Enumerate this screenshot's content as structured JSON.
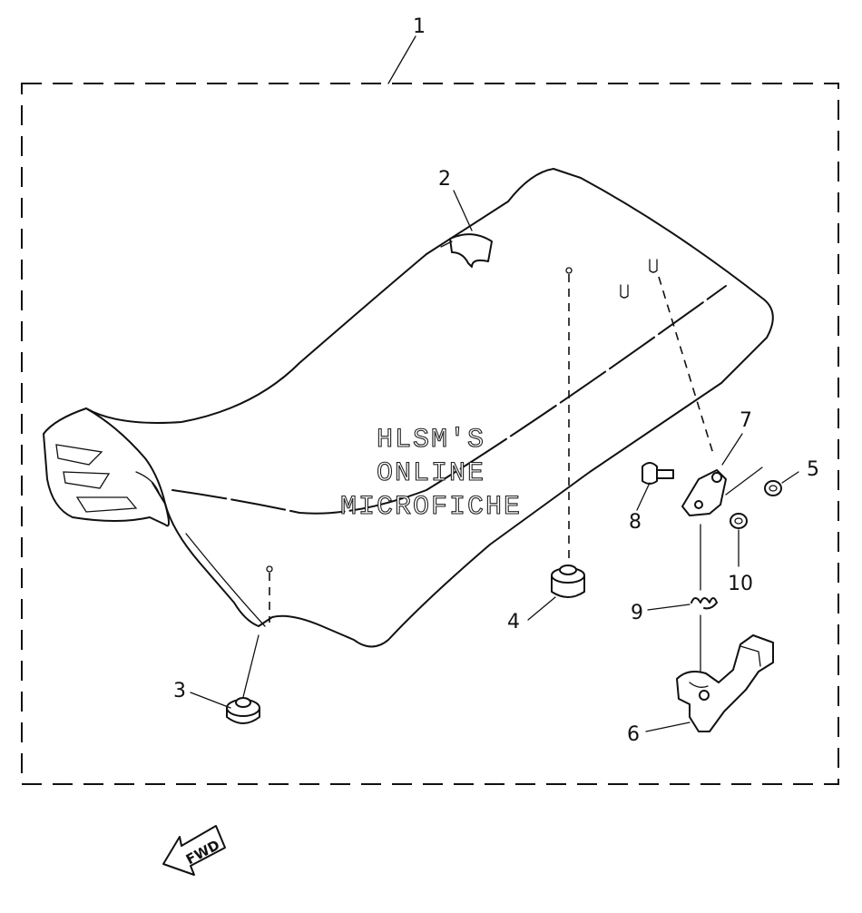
{
  "callouts": {
    "c1": "1",
    "c2": "2",
    "c3": "3",
    "c4": "4",
    "c5": "5",
    "c6": "6",
    "c7": "7",
    "c8": "8",
    "c9": "9",
    "c10": "10"
  },
  "watermark": {
    "line1": "HLSM'S",
    "line2": "ONLINE",
    "line3": "MICROFICHE"
  },
  "fwd_label": "FWD"
}
